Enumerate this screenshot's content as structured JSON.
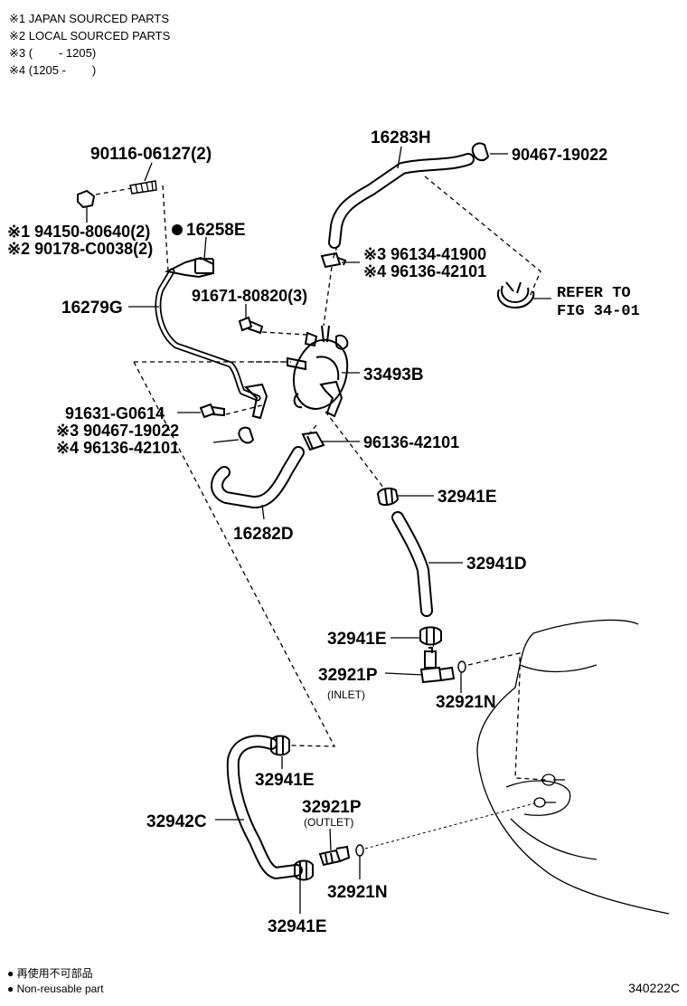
{
  "notes": [
    "※1 JAPAN SOURCED PARTS",
    "※2 LOCAL SOURCED PARTS",
    "※3 (        - 1205)",
    "※4 (1205 -        )"
  ],
  "labels": {
    "p90116": "90116-06127(2)",
    "p94150": "※1 94150-80640(2)",
    "p90178": "※2 90178-C0038(2)",
    "p16258E": "16258E",
    "p16279G": "16279G",
    "p91671": "91671-80820(3)",
    "p16283H": "16283H",
    "p90467a": "90467-19022",
    "p96134": "※3 96134-41900",
    "p96136a": "※4 96136-42101",
    "refer1": "REFER TO",
    "refer2": "FIG 34-01",
    "p33493B": "33493B",
    "p91631": "91631-G0614",
    "p90467b": "※3 90467-19022",
    "p96136b": "※4 96136-42101",
    "p96136c": "96136-42101",
    "p32941E_1": "32941E",
    "p16282D": "16282D",
    "p32941D": "32941D",
    "p32941E_2": "32941E",
    "p32921P_1": "32921P",
    "inlet": "(INLET)",
    "p32921N_1": "32921N",
    "p32941E_3": "32941E",
    "p32942C": "32942C",
    "p32921P_2": "32921P",
    "outlet": "(OUTLET)",
    "p32921N_2": "32921N",
    "p32941E_4": "32941E"
  },
  "footer": {
    "jp": "● 再使用不可部品",
    "en": "● Non-reusable part",
    "code": "340222C"
  }
}
